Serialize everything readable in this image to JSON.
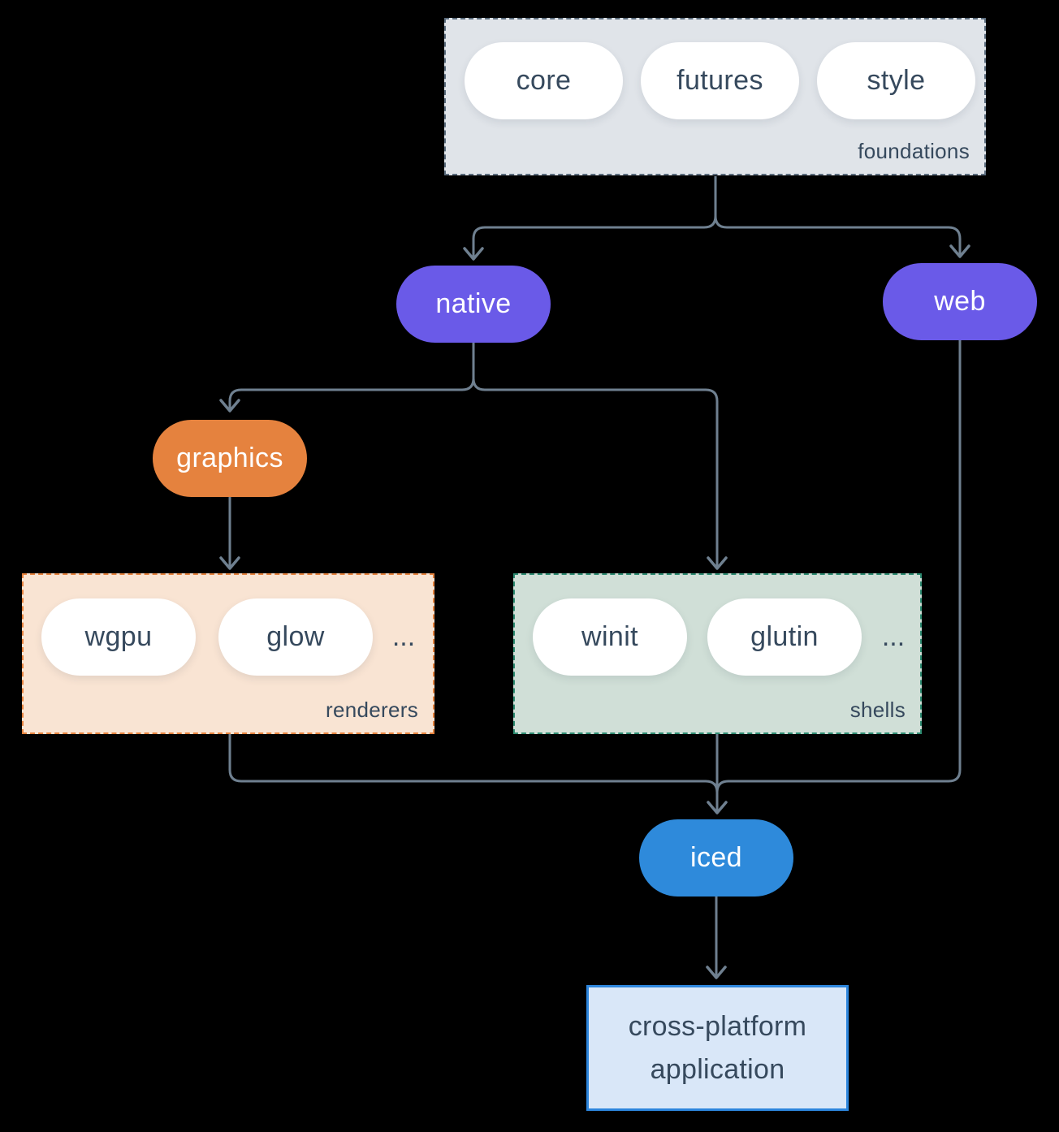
{
  "colors": {
    "background": "#000000",
    "line": "#6F8090",
    "ink": "#36495D",
    "purple": "#6A5AE8",
    "orange": "#E5823E",
    "blue": "#2E8ADB",
    "pill_fill": "#FFFFFF",
    "foundations_fill": "#E0E4E9",
    "foundations_border": "#5C6D7E",
    "renderers_fill": "#F9E4D3",
    "renderers_border": "#E5823E",
    "shells_fill": "#D0DFD7",
    "shells_border": "#2E8C72",
    "app_fill": "#D9E7F8",
    "app_border": "#2D86DD"
  },
  "groups": {
    "foundations": {
      "label": "foundations",
      "pills": [
        "core",
        "futures",
        "style"
      ]
    },
    "renderers": {
      "label": "renderers",
      "pills": [
        "wgpu",
        "glow"
      ],
      "more": "..."
    },
    "shells": {
      "label": "shells",
      "pills": [
        "winit",
        "glutin"
      ],
      "more": "..."
    }
  },
  "nodes": {
    "native": {
      "label": "native"
    },
    "web": {
      "label": "web"
    },
    "graphics": {
      "label": "graphics"
    },
    "iced": {
      "label": "iced"
    },
    "app": {
      "label": "cross-platform application",
      "lines": [
        "cross-platform",
        "application"
      ]
    }
  }
}
